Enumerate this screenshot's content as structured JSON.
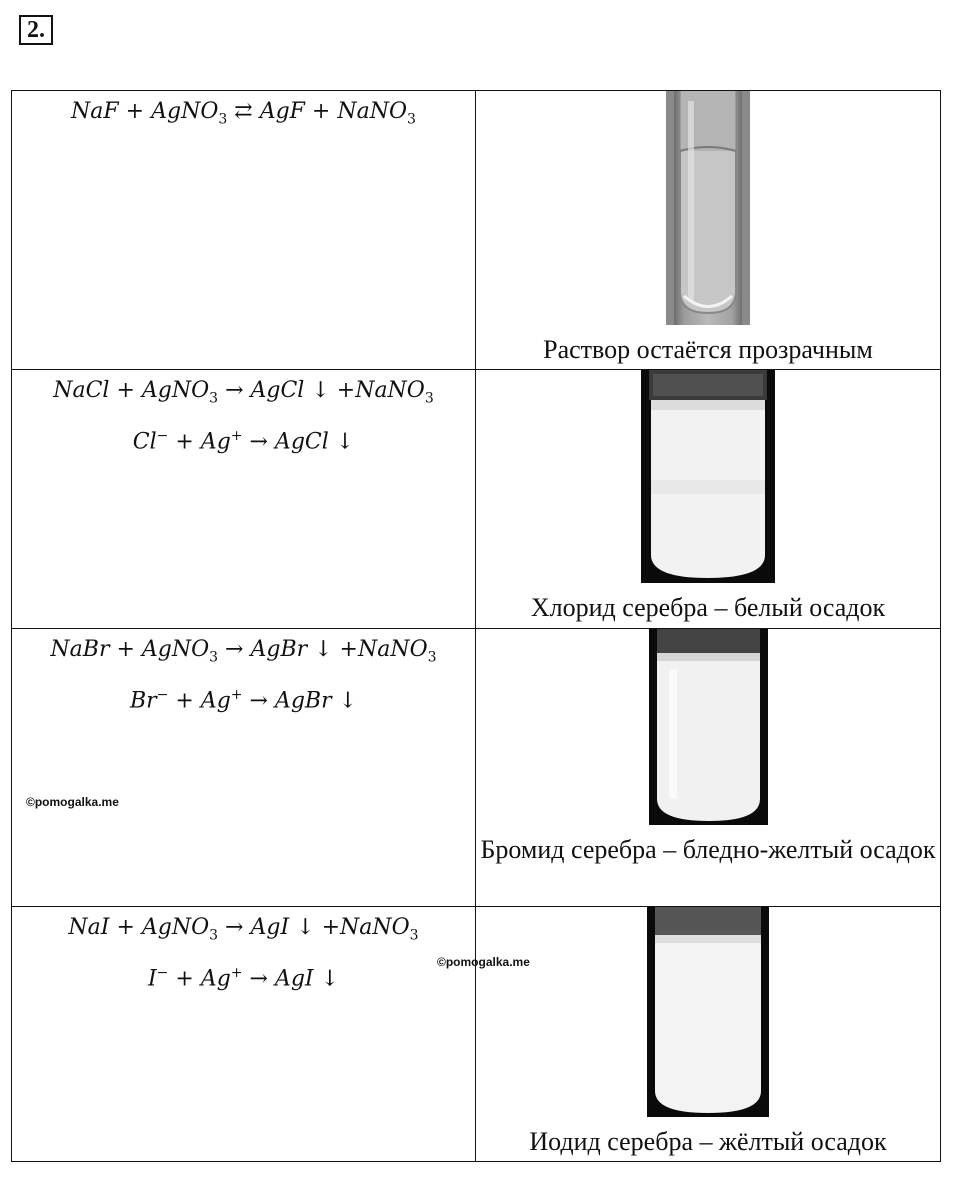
{
  "task_number": "2.",
  "watermark": "©pomogalka.me",
  "rows": [
    {
      "equations": [
        {
          "parts": [
            {
              "t": "NaF + AgNO"
            },
            {
              "sub": "3"
            },
            {
              "t": " ⇄ AgF + NaNO"
            },
            {
              "sub": "3"
            }
          ]
        }
      ],
      "caption": "Раствор остаётся прозрачным",
      "tube": "clear-solution-test-tube"
    },
    {
      "equations": [
        {
          "parts": [
            {
              "t": "NaCl + AgNO"
            },
            {
              "sub": "3"
            },
            {
              "t": " → AgCl ↓ +NaNO"
            },
            {
              "sub": "3"
            }
          ]
        },
        {
          "parts": [
            {
              "t": "Cl"
            },
            {
              "sup": "−"
            },
            {
              "t": " + Ag"
            },
            {
              "sup": "+"
            },
            {
              "t": " → AgCl ↓"
            }
          ]
        }
      ],
      "caption": "Хлорид серебра – белый осадок",
      "tube": "white-precipitate-test-tube"
    },
    {
      "equations": [
        {
          "parts": [
            {
              "t": "NaBr + AgNO"
            },
            {
              "sub": "3"
            },
            {
              "t": " → AgBr ↓ +NaNO"
            },
            {
              "sub": "3"
            }
          ]
        },
        {
          "parts": [
            {
              "t": "Br"
            },
            {
              "sup": "−"
            },
            {
              "t": " + Ag"
            },
            {
              "sup": "+"
            },
            {
              "t": " → AgBr ↓"
            }
          ]
        }
      ],
      "caption": "Бромид серебра – бледно-желтый осадок",
      "tube": "pale-yellow-precipitate-test-tube"
    },
    {
      "equations": [
        {
          "parts": [
            {
              "t": "NaI + AgNO"
            },
            {
              "sub": "3"
            },
            {
              "t": " → AgI ↓ +NaNO"
            },
            {
              "sub": "3"
            }
          ]
        },
        {
          "parts": [
            {
              "t": "I"
            },
            {
              "sup": "−"
            },
            {
              "t": " + Ag"
            },
            {
              "sup": "+"
            },
            {
              "t": " → AgI ↓"
            }
          ]
        }
      ],
      "caption": "Иодид серебра – жёлтый осадок",
      "tube": "yellow-precipitate-test-tube"
    }
  ]
}
